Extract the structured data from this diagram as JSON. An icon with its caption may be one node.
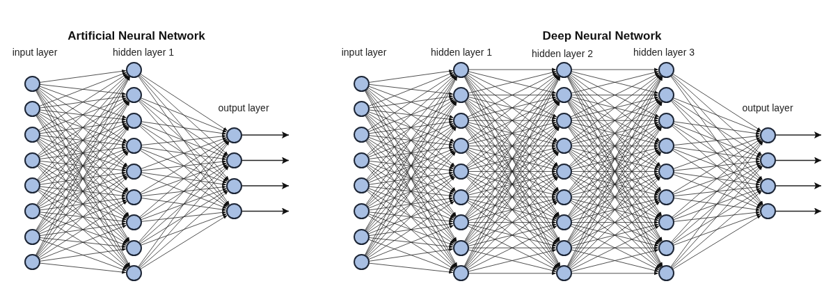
{
  "diagram": {
    "nodes": [
      {
        "text": [],
        "shape": "circle"
      },
      {
        "text": [],
        "shape": "circle"
      },
      {
        "text": [],
        "shape": "circle"
      },
      {
        "text": [],
        "shape": "circle"
      },
      {
        "text": [],
        "shape": "circle"
      },
      {
        "text": [],
        "shape": "circle"
      },
      {
        "text": [],
        "shape": "circle"
      },
      {
        "text": [],
        "shape": "circle"
      },
      {
        "text": [],
        "shape": "circle"
      },
      {
        "text": [],
        "shape": "circle"
      },
      {
        "text": [],
        "shape": "circle"
      },
      {
        "text": [],
        "shape": "circle"
      },
      {
        "text": [],
        "shape": "circle"
      },
      {
        "text": [],
        "shape": "circle"
      },
      {
        "text": [],
        "shape": "circle"
      },
      {
        "text": [],
        "shape": "circle"
      },
      {
        "text": [],
        "shape": "circle"
      },
      {
        "text": [],
        "shape": "circle"
      },
      {
        "text": [],
        "shape": "circle"
      },
      {
        "text": [],
        "shape": "circle"
      },
      {
        "text": [],
        "shape": "circle"
      },
      {
        "text": [],
        "shape": "circle"
      },
      {
        "text": [],
        "shape": "circle"
      },
      {
        "text": [],
        "shape": "circle"
      },
      {
        "text": [],
        "shape": "circle"
      },
      {
        "text": [],
        "shape": "circle"
      },
      {
        "text": [],
        "shape": "circle"
      },
      {
        "text": [],
        "shape": "circle"
      },
      {
        "text": [],
        "shape": "circle"
      },
      {
        "text": [],
        "shape": "circle"
      },
      {
        "text": [],
        "shape": "circle"
      },
      {
        "text": [],
        "shape": "circle"
      },
      {
        "text": [],
        "shape": "circle"
      },
      {
        "text": [],
        "shape": "circle"
      },
      {
        "text": [],
        "shape": "circle"
      },
      {
        "text": [],
        "shape": "circle"
      },
      {
        "text": [],
        "shape": "circle"
      },
      {
        "text": [],
        "shape": "circle"
      },
      {
        "text": [],
        "shape": "circle"
      },
      {
        "text": [],
        "shape": "circle"
      },
      {
        "text": [],
        "shape": "circle"
      },
      {
        "text": [],
        "shape": "circle"
      },
      {
        "text": [],
        "shape": "circle"
      },
      {
        "text": [],
        "shape": "circle"
      },
      {
        "text": [],
        "shape": "circle"
      },
      {
        "text": [],
        "shape": "circle"
      },
      {
        "text": [],
        "shape": "circle"
      },
      {
        "text": [],
        "shape": "circle"
      },
      {
        "text": [],
        "shape": "circle"
      },
      {
        "text": [],
        "shape": "circle"
      },
      {
        "text": [],
        "shape": "circle"
      },
      {
        "text": [],
        "shape": "circle"
      },
      {
        "text": [],
        "shape": "circle"
      },
      {
        "text": [],
        "shape": "circle"
      },
      {
        "text": [],
        "shape": "circle"
      },
      {
        "text": [],
        "shape": "circle"
      },
      {
        "text": [],
        "shape": "circle"
      },
      {
        "text": [],
        "shape": "circle"
      },
      {
        "text": [],
        "shape": "circle"
      },
      {
        "text": [],
        "shape": "circle"
      }
    ],
    "edges": [
      {
        "from": 0,
        "to": 8,
        "arrow": "to"
      },
      {
        "from": 0,
        "to": 9,
        "arrow": "to"
      },
      {
        "from": 0,
        "to": 10,
        "arrow": "to"
      },
      {
        "from": 0,
        "to": 11,
        "arrow": "to"
      },
      {
        "from": 0,
        "to": 12,
        "arrow": "to"
      },
      {
        "from": 0,
        "to": 13,
        "arrow": "to"
      },
      {
        "from": 0,
        "to": 14,
        "arrow": "to"
      },
      {
        "from": 0,
        "to": 15,
        "arrow": "to"
      },
      {
        "from": 0,
        "to": 16,
        "arrow": "to"
      },
      {
        "from": 1,
        "to": 8,
        "arrow": "to"
      },
      {
        "from": 1,
        "to": 9,
        "arrow": "to"
      },
      {
        "from": 1,
        "to": 10,
        "arrow": "to"
      },
      {
        "from": 1,
        "to": 11,
        "arrow": "to"
      },
      {
        "from": 1,
        "to": 12,
        "arrow": "to"
      },
      {
        "from": 1,
        "to": 13,
        "arrow": "to"
      },
      {
        "from": 1,
        "to": 14,
        "arrow": "to"
      },
      {
        "from": 1,
        "to": 15,
        "arrow": "to"
      },
      {
        "from": 1,
        "to": 16,
        "arrow": "to"
      },
      {
        "from": 2,
        "to": 8,
        "arrow": "to"
      },
      {
        "from": 2,
        "to": 9,
        "arrow": "to"
      },
      {
        "from": 2,
        "to": 10,
        "arrow": "to"
      },
      {
        "from": 2,
        "to": 11,
        "arrow": "to"
      },
      {
        "from": 2,
        "to": 12,
        "arrow": "to"
      },
      {
        "from": 2,
        "to": 13,
        "arrow": "to"
      },
      {
        "from": 2,
        "to": 14,
        "arrow": "to"
      },
      {
        "from": 2,
        "to": 15,
        "arrow": "to"
      },
      {
        "from": 2,
        "to": 16,
        "arrow": "to"
      },
      {
        "from": 3,
        "to": 8,
        "arrow": "to"
      },
      {
        "from": 3,
        "to": 9,
        "arrow": "to"
      },
      {
        "from": 3,
        "to": 10,
        "arrow": "to"
      },
      {
        "from": 3,
        "to": 11,
        "arrow": "to"
      },
      {
        "from": 3,
        "to": 12,
        "arrow": "to"
      },
      {
        "from": 3,
        "to": 13,
        "arrow": "to"
      },
      {
        "from": 3,
        "to": 14,
        "arrow": "to"
      },
      {
        "from": 3,
        "to": 15,
        "arrow": "to"
      },
      {
        "from": 3,
        "to": 16,
        "arrow": "to"
      },
      {
        "from": 4,
        "to": 8,
        "arrow": "to"
      },
      {
        "from": 4,
        "to": 9,
        "arrow": "to"
      },
      {
        "from": 4,
        "to": 10,
        "arrow": "to"
      },
      {
        "from": 4,
        "to": 11,
        "arrow": "to"
      },
      {
        "from": 4,
        "to": 12,
        "arrow": "to"
      },
      {
        "from": 4,
        "to": 13,
        "arrow": "to"
      },
      {
        "from": 4,
        "to": 14,
        "arrow": "to"
      },
      {
        "from": 4,
        "to": 15,
        "arrow": "to"
      },
      {
        "from": 4,
        "to": 16,
        "arrow": "to"
      },
      {
        "from": 5,
        "to": 8,
        "arrow": "to"
      },
      {
        "from": 5,
        "to": 9,
        "arrow": "to"
      },
      {
        "from": 5,
        "to": 10,
        "arrow": "to"
      },
      {
        "from": 5,
        "to": 11,
        "arrow": "to"
      },
      {
        "from": 5,
        "to": 12,
        "arrow": "to"
      },
      {
        "from": 5,
        "to": 13,
        "arrow": "to"
      },
      {
        "from": 5,
        "to": 14,
        "arrow": "to"
      },
      {
        "from": 5,
        "to": 15,
        "arrow": "to"
      },
      {
        "from": 5,
        "to": 16,
        "arrow": "to"
      },
      {
        "from": 6,
        "to": 8,
        "arrow": "to"
      },
      {
        "from": 6,
        "to": 9,
        "arrow": "to"
      },
      {
        "from": 6,
        "to": 10,
        "arrow": "to"
      },
      {
        "from": 6,
        "to": 11,
        "arrow": "to"
      },
      {
        "from": 6,
        "to": 12,
        "arrow": "to"
      },
      {
        "from": 6,
        "to": 13,
        "arrow": "to"
      },
      {
        "from": 6,
        "to": 14,
        "arrow": "to"
      },
      {
        "from": 6,
        "to": 15,
        "arrow": "to"
      },
      {
        "from": 6,
        "to": 16,
        "arrow": "to"
      },
      {
        "from": 7,
        "to": 8,
        "arrow": "to"
      },
      {
        "from": 7,
        "to": 9,
        "arrow": "to"
      },
      {
        "from": 7,
        "to": 10,
        "arrow": "to"
      },
      {
        "from": 7,
        "to": 11,
        "arrow": "to"
      },
      {
        "from": 7,
        "to": 12,
        "arrow": "to"
      },
      {
        "from": 7,
        "to": 13,
        "arrow": "to"
      },
      {
        "from": 7,
        "to": 14,
        "arrow": "to"
      },
      {
        "from": 7,
        "to": 15,
        "arrow": "to"
      },
      {
        "from": 7,
        "to": 16,
        "arrow": "to"
      },
      {
        "from": 8,
        "to": 17,
        "arrow": "to"
      },
      {
        "from": 8,
        "to": 18,
        "arrow": "to"
      },
      {
        "from": 8,
        "to": 19,
        "arrow": "to"
      },
      {
        "from": 8,
        "to": 20,
        "arrow": "to"
      },
      {
        "from": 9,
        "to": 17,
        "arrow": "to"
      },
      {
        "from": 9,
        "to": 18,
        "arrow": "to"
      },
      {
        "from": 9,
        "to": 19,
        "arrow": "to"
      },
      {
        "from": 9,
        "to": 20,
        "arrow": "to"
      },
      {
        "from": 10,
        "to": 17,
        "arrow": "to"
      },
      {
        "from": 10,
        "to": 18,
        "arrow": "to"
      },
      {
        "from": 10,
        "to": 19,
        "arrow": "to"
      },
      {
        "from": 10,
        "to": 20,
        "arrow": "to"
      },
      {
        "from": 11,
        "to": 17,
        "arrow": "to"
      },
      {
        "from": 11,
        "to": 18,
        "arrow": "to"
      },
      {
        "from": 11,
        "to": 19,
        "arrow": "to"
      },
      {
        "from": 11,
        "to": 20,
        "arrow": "to"
      },
      {
        "from": 12,
        "to": 17,
        "arrow": "to"
      },
      {
        "from": 12,
        "to": 18,
        "arrow": "to"
      },
      {
        "from": 12,
        "to": 19,
        "arrow": "to"
      },
      {
        "from": 12,
        "to": 20,
        "arrow": "to"
      },
      {
        "from": 13,
        "to": 17,
        "arrow": "to"
      },
      {
        "from": 13,
        "to": 18,
        "arrow": "to"
      },
      {
        "from": 13,
        "to": 19,
        "arrow": "to"
      },
      {
        "from": 13,
        "to": 20,
        "arrow": "to"
      },
      {
        "from": 14,
        "to": 17,
        "arrow": "to"
      },
      {
        "from": 14,
        "to": 18,
        "arrow": "to"
      },
      {
        "from": 14,
        "to": 19,
        "arrow": "to"
      },
      {
        "from": 14,
        "to": 20,
        "arrow": "to"
      },
      {
        "from": 15,
        "to": 17,
        "arrow": "to"
      },
      {
        "from": 15,
        "to": 18,
        "arrow": "to"
      },
      {
        "from": 15,
        "to": 19,
        "arrow": "to"
      },
      {
        "from": 15,
        "to": 20,
        "arrow": "to"
      },
      {
        "from": 16,
        "to": 17,
        "arrow": "to"
      },
      {
        "from": 16,
        "to": 18,
        "arrow": "to"
      },
      {
        "from": 16,
        "to": 19,
        "arrow": "to"
      },
      {
        "from": 16,
        "to": 20,
        "arrow": "to"
      },
      {
        "from": 17,
        "to": null,
        "arrow": "to"
      },
      {
        "from": 18,
        "to": null,
        "arrow": "to"
      },
      {
        "from": 19,
        "to": null,
        "arrow": "to"
      },
      {
        "from": 20,
        "to": null,
        "arrow": "to"
      },
      {
        "from": 21,
        "to": 29,
        "arrow": "to"
      },
      {
        "from": 21,
        "to": 30,
        "arrow": "to"
      },
      {
        "from": 21,
        "to": 31,
        "arrow": "to"
      },
      {
        "from": 21,
        "to": 32,
        "arrow": "to"
      },
      {
        "from": 21,
        "to": 33,
        "arrow": "to"
      },
      {
        "from": 21,
        "to": 34,
        "arrow": "to"
      },
      {
        "from": 21,
        "to": 35,
        "arrow": "to"
      },
      {
        "from": 21,
        "to": 36,
        "arrow": "to"
      },
      {
        "from": 21,
        "to": 37,
        "arrow": "to"
      },
      {
        "from": 22,
        "to": 29,
        "arrow": "to"
      },
      {
        "from": 22,
        "to": 30,
        "arrow": "to"
      },
      {
        "from": 22,
        "to": 31,
        "arrow": "to"
      },
      {
        "from": 22,
        "to": 32,
        "arrow": "to"
      },
      {
        "from": 22,
        "to": 33,
        "arrow": "to"
      },
      {
        "from": 22,
        "to": 34,
        "arrow": "to"
      },
      {
        "from": 22,
        "to": 35,
        "arrow": "to"
      },
      {
        "from": 22,
        "to": 36,
        "arrow": "to"
      },
      {
        "from": 22,
        "to": 37,
        "arrow": "to"
      },
      {
        "from": 23,
        "to": 29,
        "arrow": "to"
      },
      {
        "from": 23,
        "to": 30,
        "arrow": "to"
      },
      {
        "from": 23,
        "to": 31,
        "arrow": "to"
      },
      {
        "from": 23,
        "to": 32,
        "arrow": "to"
      },
      {
        "from": 23,
        "to": 33,
        "arrow": "to"
      },
      {
        "from": 23,
        "to": 34,
        "arrow": "to"
      },
      {
        "from": 23,
        "to": 35,
        "arrow": "to"
      },
      {
        "from": 23,
        "to": 36,
        "arrow": "to"
      },
      {
        "from": 23,
        "to": 37,
        "arrow": "to"
      },
      {
        "from": 24,
        "to": 29,
        "arrow": "to"
      },
      {
        "from": 24,
        "to": 30,
        "arrow": "to"
      },
      {
        "from": 24,
        "to": 31,
        "arrow": "to"
      },
      {
        "from": 24,
        "to": 32,
        "arrow": "to"
      },
      {
        "from": 24,
        "to": 33,
        "arrow": "to"
      },
      {
        "from": 24,
        "to": 34,
        "arrow": "to"
      },
      {
        "from": 24,
        "to": 35,
        "arrow": "to"
      },
      {
        "from": 24,
        "to": 36,
        "arrow": "to"
      },
      {
        "from": 24,
        "to": 37,
        "arrow": "to"
      },
      {
        "from": 25,
        "to": 29,
        "arrow": "to"
      },
      {
        "from": 25,
        "to": 30,
        "arrow": "to"
      },
      {
        "from": 25,
        "to": 31,
        "arrow": "to"
      },
      {
        "from": 25,
        "to": 32,
        "arrow": "to"
      },
      {
        "from": 25,
        "to": 33,
        "arrow": "to"
      },
      {
        "from": 25,
        "to": 34,
        "arrow": "to"
      },
      {
        "from": 25,
        "to": 35,
        "arrow": "to"
      },
      {
        "from": 25,
        "to": 36,
        "arrow": "to"
      },
      {
        "from": 25,
        "to": 37,
        "arrow": "to"
      },
      {
        "from": 26,
        "to": 29,
        "arrow": "to"
      },
      {
        "from": 26,
        "to": 30,
        "arrow": "to"
      },
      {
        "from": 26,
        "to": 31,
        "arrow": "to"
      },
      {
        "from": 26,
        "to": 32,
        "arrow": "to"
      },
      {
        "from": 26,
        "to": 33,
        "arrow": "to"
      },
      {
        "from": 26,
        "to": 34,
        "arrow": "to"
      },
      {
        "from": 26,
        "to": 35,
        "arrow": "to"
      },
      {
        "from": 26,
        "to": 36,
        "arrow": "to"
      },
      {
        "from": 26,
        "to": 37,
        "arrow": "to"
      },
      {
        "from": 27,
        "to": 29,
        "arrow": "to"
      },
      {
        "from": 27,
        "to": 30,
        "arrow": "to"
      },
      {
        "from": 27,
        "to": 31,
        "arrow": "to"
      },
      {
        "from": 27,
        "to": 32,
        "arrow": "to"
      },
      {
        "from": 27,
        "to": 33,
        "arrow": "to"
      },
      {
        "from": 27,
        "to": 34,
        "arrow": "to"
      },
      {
        "from": 27,
        "to": 35,
        "arrow": "to"
      },
      {
        "from": 27,
        "to": 36,
        "arrow": "to"
      },
      {
        "from": 27,
        "to": 37,
        "arrow": "to"
      },
      {
        "from": 28,
        "to": 29,
        "arrow": "to"
      },
      {
        "from": 28,
        "to": 30,
        "arrow": "to"
      },
      {
        "from": 28,
        "to": 31,
        "arrow": "to"
      },
      {
        "from": 28,
        "to": 32,
        "arrow": "to"
      },
      {
        "from": 28,
        "to": 33,
        "arrow": "to"
      },
      {
        "from": 28,
        "to": 34,
        "arrow": "to"
      },
      {
        "from": 28,
        "to": 35,
        "arrow": "to"
      },
      {
        "from": 28,
        "to": 36,
        "arrow": "to"
      },
      {
        "from": 28,
        "to": 37,
        "arrow": "to"
      },
      {
        "from": 29,
        "to": 38,
        "arrow": "to"
      },
      {
        "from": 29,
        "to": 39,
        "arrow": "to"
      },
      {
        "from": 29,
        "to": 40,
        "arrow": "to"
      },
      {
        "from": 29,
        "to": 41,
        "arrow": "to"
      },
      {
        "from": 29,
        "to": 42,
        "arrow": "to"
      },
      {
        "from": 29,
        "to": 43,
        "arrow": "to"
      },
      {
        "from": 29,
        "to": 44,
        "arrow": "to"
      },
      {
        "from": 29,
        "to": 45,
        "arrow": "to"
      },
      {
        "from": 29,
        "to": 46,
        "arrow": "to"
      },
      {
        "from": 30,
        "to": 38,
        "arrow": "to"
      },
      {
        "from": 30,
        "to": 39,
        "arrow": "to"
      },
      {
        "from": 30,
        "to": 40,
        "arrow": "to"
      },
      {
        "from": 30,
        "to": 41,
        "arrow": "to"
      },
      {
        "from": 30,
        "to": 42,
        "arrow": "to"
      },
      {
        "from": 30,
        "to": 43,
        "arrow": "to"
      },
      {
        "from": 30,
        "to": 44,
        "arrow": "to"
      },
      {
        "from": 30,
        "to": 45,
        "arrow": "to"
      },
      {
        "from": 30,
        "to": 46,
        "arrow": "to"
      },
      {
        "from": 31,
        "to": 38,
        "arrow": "to"
      },
      {
        "from": 31,
        "to": 39,
        "arrow": "to"
      },
      {
        "from": 31,
        "to": 40,
        "arrow": "to"
      },
      {
        "from": 31,
        "to": 41,
        "arrow": "to"
      },
      {
        "from": 31,
        "to": 42,
        "arrow": "to"
      },
      {
        "from": 31,
        "to": 43,
        "arrow": "to"
      },
      {
        "from": 31,
        "to": 44,
        "arrow": "to"
      },
      {
        "from": 31,
        "to": 45,
        "arrow": "to"
      },
      {
        "from": 31,
        "to": 46,
        "arrow": "to"
      },
      {
        "from": 32,
        "to": 38,
        "arrow": "to"
      },
      {
        "from": 32,
        "to": 39,
        "arrow": "to"
      },
      {
        "from": 32,
        "to": 40,
        "arrow": "to"
      },
      {
        "from": 32,
        "to": 41,
        "arrow": "to"
      },
      {
        "from": 32,
        "to": 42,
        "arrow": "to"
      },
      {
        "from": 32,
        "to": 43,
        "arrow": "to"
      },
      {
        "from": 32,
        "to": 44,
        "arrow": "to"
      },
      {
        "from": 32,
        "to": 45,
        "arrow": "to"
      },
      {
        "from": 32,
        "to": 46,
        "arrow": "to"
      },
      {
        "from": 33,
        "to": 38,
        "arrow": "to"
      },
      {
        "from": 33,
        "to": 39,
        "arrow": "to"
      },
      {
        "from": 33,
        "to": 40,
        "arrow": "to"
      },
      {
        "from": 33,
        "to": 41,
        "arrow": "to"
      },
      {
        "from": 33,
        "to": 42,
        "arrow": "to"
      },
      {
        "from": 33,
        "to": 43,
        "arrow": "to"
      },
      {
        "from": 33,
        "to": 44,
        "arrow": "to"
      },
      {
        "from": 33,
        "to": 45,
        "arrow": "to"
      },
      {
        "from": 33,
        "to": 46,
        "arrow": "to"
      },
      {
        "from": 34,
        "to": 38,
        "arrow": "to"
      },
      {
        "from": 34,
        "to": 39,
        "arrow": "to"
      },
      {
        "from": 34,
        "to": 40,
        "arrow": "to"
      },
      {
        "from": 34,
        "to": 41,
        "arrow": "to"
      },
      {
        "from": 34,
        "to": 42,
        "arrow": "to"
      },
      {
        "from": 34,
        "to": 43,
        "arrow": "to"
      },
      {
        "from": 34,
        "to": 44,
        "arrow": "to"
      },
      {
        "from": 34,
        "to": 45,
        "arrow": "to"
      },
      {
        "from": 34,
        "to": 46,
        "arrow": "to"
      },
      {
        "from": 35,
        "to": 38,
        "arrow": "to"
      },
      {
        "from": 35,
        "to": 39,
        "arrow": "to"
      },
      {
        "from": 35,
        "to": 40,
        "arrow": "to"
      },
      {
        "from": 35,
        "to": 41,
        "arrow": "to"
      },
      {
        "from": 35,
        "to": 42,
        "arrow": "to"
      },
      {
        "from": 35,
        "to": 43,
        "arrow": "to"
      },
      {
        "from": 35,
        "to": 44,
        "arrow": "to"
      },
      {
        "from": 35,
        "to": 45,
        "arrow": "to"
      },
      {
        "from": 35,
        "to": 46,
        "arrow": "to"
      },
      {
        "from": 36,
        "to": 38,
        "arrow": "to"
      },
      {
        "from": 36,
        "to": 39,
        "arrow": "to"
      },
      {
        "from": 36,
        "to": 40,
        "arrow": "to"
      },
      {
        "from": 36,
        "to": 41,
        "arrow": "to"
      },
      {
        "from": 36,
        "to": 42,
        "arrow": "to"
      },
      {
        "from": 36,
        "to": 43,
        "arrow": "to"
      },
      {
        "from": 36,
        "to": 44,
        "arrow": "to"
      },
      {
        "from": 36,
        "to": 45,
        "arrow": "to"
      },
      {
        "from": 36,
        "to": 46,
        "arrow": "to"
      },
      {
        "from": 37,
        "to": 38,
        "arrow": "to"
      },
      {
        "from": 37,
        "to": 39,
        "arrow": "to"
      },
      {
        "from": 37,
        "to": 40,
        "arrow": "to"
      },
      {
        "from": 37,
        "to": 41,
        "arrow": "to"
      },
      {
        "from": 37,
        "to": 42,
        "arrow": "to"
      },
      {
        "from": 37,
        "to": 43,
        "arrow": "to"
      },
      {
        "from": 37,
        "to": 44,
        "arrow": "to"
      },
      {
        "from": 37,
        "to": 45,
        "arrow": "to"
      },
      {
        "from": 37,
        "to": 46,
        "arrow": "to"
      },
      {
        "from": 38,
        "to": 47,
        "arrow": "to"
      },
      {
        "from": 38,
        "to": 48,
        "arrow": "to"
      },
      {
        "from": 38,
        "to": 49,
        "arrow": "to"
      },
      {
        "from": 38,
        "to": 50,
        "arrow": "to"
      },
      {
        "from": 38,
        "to": 51,
        "arrow": "to"
      },
      {
        "from": 38,
        "to": 52,
        "arrow": "to"
      },
      {
        "from": 38,
        "to": 53,
        "arrow": "to"
      },
      {
        "from": 38,
        "to": 54,
        "arrow": "to"
      },
      {
        "from": 38,
        "to": 55,
        "arrow": "to"
      },
      {
        "from": 39,
        "to": 47,
        "arrow": "to"
      },
      {
        "from": 39,
        "to": 48,
        "arrow": "to"
      },
      {
        "from": 39,
        "to": 49,
        "arrow": "to"
      },
      {
        "from": 39,
        "to": 50,
        "arrow": "to"
      },
      {
        "from": 39,
        "to": 51,
        "arrow": "to"
      },
      {
        "from": 39,
        "to": 52,
        "arrow": "to"
      },
      {
        "from": 39,
        "to": 53,
        "arrow": "to"
      },
      {
        "from": 39,
        "to": 54,
        "arrow": "to"
      },
      {
        "from": 39,
        "to": 55,
        "arrow": "to"
      },
      {
        "from": 40,
        "to": 47,
        "arrow": "to"
      },
      {
        "from": 40,
        "to": 48,
        "arrow": "to"
      },
      {
        "from": 40,
        "to": 49,
        "arrow": "to"
      },
      {
        "from": 40,
        "to": 50,
        "arrow": "to"
      },
      {
        "from": 40,
        "to": 51,
        "arrow": "to"
      },
      {
        "from": 40,
        "to": 52,
        "arrow": "to"
      },
      {
        "from": 40,
        "to": 53,
        "arrow": "to"
      },
      {
        "from": 40,
        "to": 54,
        "arrow": "to"
      },
      {
        "from": 40,
        "to": 55,
        "arrow": "to"
      },
      {
        "from": 41,
        "to": 47,
        "arrow": "to"
      },
      {
        "from": 41,
        "to": 48,
        "arrow": "to"
      },
      {
        "from": 41,
        "to": 49,
        "arrow": "to"
      },
      {
        "from": 41,
        "to": 50,
        "arrow": "to"
      },
      {
        "from": 41,
        "to": 51,
        "arrow": "to"
      },
      {
        "from": 41,
        "to": 52,
        "arrow": "to"
      },
      {
        "from": 41,
        "to": 53,
        "arrow": "to"
      },
      {
        "from": 41,
        "to": 54,
        "arrow": "to"
      },
      {
        "from": 41,
        "to": 55,
        "arrow": "to"
      },
      {
        "from": 42,
        "to": 47,
        "arrow": "to"
      },
      {
        "from": 42,
        "to": 48,
        "arrow": "to"
      },
      {
        "from": 42,
        "to": 49,
        "arrow": "to"
      },
      {
        "from": 42,
        "to": 50,
        "arrow": "to"
      },
      {
        "from": 42,
        "to": 51,
        "arrow": "to"
      },
      {
        "from": 42,
        "to": 52,
        "arrow": "to"
      },
      {
        "from": 42,
        "to": 53,
        "arrow": "to"
      },
      {
        "from": 42,
        "to": 54,
        "arrow": "to"
      },
      {
        "from": 42,
        "to": 55,
        "arrow": "to"
      },
      {
        "from": 43,
        "to": 47,
        "arrow": "to"
      },
      {
        "from": 43,
        "to": 48,
        "arrow": "to"
      },
      {
        "from": 43,
        "to": 49,
        "arrow": "to"
      },
      {
        "from": 43,
        "to": 50,
        "arrow": "to"
      },
      {
        "from": 43,
        "to": 51,
        "arrow": "to"
      },
      {
        "from": 43,
        "to": 52,
        "arrow": "to"
      },
      {
        "from": 43,
        "to": 53,
        "arrow": "to"
      },
      {
        "from": 43,
        "to": 54,
        "arrow": "to"
      },
      {
        "from": 43,
        "to": 55,
        "arrow": "to"
      },
      {
        "from": 44,
        "to": 47,
        "arrow": "to"
      },
      {
        "from": 44,
        "to": 48,
        "arrow": "to"
      },
      {
        "from": 44,
        "to": 49,
        "arrow": "to"
      },
      {
        "from": 44,
        "to": 50,
        "arrow": "to"
      },
      {
        "from": 44,
        "to": 51,
        "arrow": "to"
      },
      {
        "from": 44,
        "to": 52,
        "arrow": "to"
      },
      {
        "from": 44,
        "to": 53,
        "arrow": "to"
      },
      {
        "from": 44,
        "to": 54,
        "arrow": "to"
      },
      {
        "from": 44,
        "to": 55,
        "arrow": "to"
      },
      {
        "from": 45,
        "to": 47,
        "arrow": "to"
      },
      {
        "from": 45,
        "to": 48,
        "arrow": "to"
      },
      {
        "from": 45,
        "to": 49,
        "arrow": "to"
      },
      {
        "from": 45,
        "to": 50,
        "arrow": "to"
      },
      {
        "from": 45,
        "to": 51,
        "arrow": "to"
      },
      {
        "from": 45,
        "to": 52,
        "arrow": "to"
      },
      {
        "from": 45,
        "to": 53,
        "arrow": "to"
      },
      {
        "from": 45,
        "to": 54,
        "arrow": "to"
      },
      {
        "from": 45,
        "to": 55,
        "arrow": "to"
      },
      {
        "from": 46,
        "to": 47,
        "arrow": "to"
      },
      {
        "from": 46,
        "to": 48,
        "arrow": "to"
      },
      {
        "from": 46,
        "to": 49,
        "arrow": "to"
      },
      {
        "from": 46,
        "to": 50,
        "arrow": "to"
      },
      {
        "from": 46,
        "to": 51,
        "arrow": "to"
      },
      {
        "from": 46,
        "to": 52,
        "arrow": "to"
      },
      {
        "from": 46,
        "to": 53,
        "arrow": "to"
      },
      {
        "from": 46,
        "to": 54,
        "arrow": "to"
      },
      {
        "from": 46,
        "to": 55,
        "arrow": "to"
      },
      {
        "from": 47,
        "to": 56,
        "arrow": "to"
      },
      {
        "from": 47,
        "to": 57,
        "arrow": "to"
      },
      {
        "from": 47,
        "to": 58,
        "arrow": "to"
      },
      {
        "from": 47,
        "to": 59,
        "arrow": "to"
      },
      {
        "from": 48,
        "to": 56,
        "arrow": "to"
      },
      {
        "from": 48,
        "to": 57,
        "arrow": "to"
      },
      {
        "from": 48,
        "to": 58,
        "arrow": "to"
      },
      {
        "from": 48,
        "to": 59,
        "arrow": "to"
      },
      {
        "from": 49,
        "to": 56,
        "arrow": "to"
      },
      {
        "from": 49,
        "to": 57,
        "arrow": "to"
      },
      {
        "from": 49,
        "to": 58,
        "arrow": "to"
      },
      {
        "from": 49,
        "to": 59,
        "arrow": "to"
      },
      {
        "from": 50,
        "to": 56,
        "arrow": "to"
      },
      {
        "from": 50,
        "to": 57,
        "arrow": "to"
      },
      {
        "from": 50,
        "to": 58,
        "arrow": "to"
      },
      {
        "from": 50,
        "to": 59,
        "arrow": "to"
      },
      {
        "from": 51,
        "to": 56,
        "arrow": "to"
      },
      {
        "from": 51,
        "to": 57,
        "arrow": "to"
      },
      {
        "from": 51,
        "to": 58,
        "arrow": "to"
      },
      {
        "from": 51,
        "to": 59,
        "arrow": "to"
      },
      {
        "from": 52,
        "to": 56,
        "arrow": "to"
      },
      {
        "from": 52,
        "to": 57,
        "arrow": "to"
      },
      {
        "from": 52,
        "to": 58,
        "arrow": "to"
      },
      {
        "from": 52,
        "to": 59,
        "arrow": "to"
      },
      {
        "from": 53,
        "to": 56,
        "arrow": "to"
      },
      {
        "from": 53,
        "to": 57,
        "arrow": "to"
      },
      {
        "from": 53,
        "to": 58,
        "arrow": "to"
      },
      {
        "from": 53,
        "to": 59,
        "arrow": "to"
      },
      {
        "from": 54,
        "to": 56,
        "arrow": "to"
      },
      {
        "from": 54,
        "to": 57,
        "arrow": "to"
      },
      {
        "from": 54,
        "to": 58,
        "arrow": "to"
      },
      {
        "from": 54,
        "to": 59,
        "arrow": "to"
      },
      {
        "from": 55,
        "to": 56,
        "arrow": "to"
      },
      {
        "from": 55,
        "to": 57,
        "arrow": "to"
      },
      {
        "from": 55,
        "to": 58,
        "arrow": "to"
      },
      {
        "from": 55,
        "to": 59,
        "arrow": "to"
      },
      {
        "from": 56,
        "to": null,
        "arrow": "to"
      },
      {
        "from": 57,
        "to": null,
        "arrow": "to"
      },
      {
        "from": 58,
        "to": null,
        "arrow": "to"
      },
      {
        "from": 59,
        "to": null,
        "arrow": "to"
      }
    ],
    "labels": [
      "Artificial Neural Network",
      "Deep Neural Network",
      "input layer",
      "hidden layer 1",
      "input layer",
      "hidden layer 1",
      "hidden layer 2",
      "hidden layer 3",
      "output layer",
      "output layer"
    ]
  }
}
